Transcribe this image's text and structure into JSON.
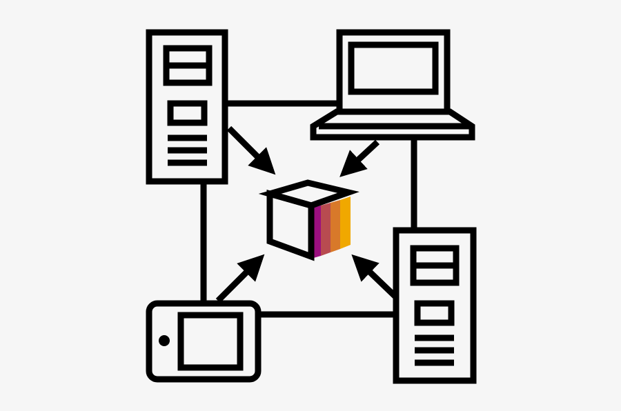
{
  "diagram": {
    "background": "#f6f6f6",
    "stroke_color": "#000000",
    "nodes": [
      {
        "id": "server-left",
        "icon": "server-tower-icon"
      },
      {
        "id": "laptop",
        "icon": "laptop-icon"
      },
      {
        "id": "central-cube",
        "icon": "cube-icon"
      },
      {
        "id": "tablet",
        "icon": "tablet-icon"
      },
      {
        "id": "server-right",
        "icon": "server-tower-icon"
      }
    ],
    "cube_stripe_colors": [
      "#9b0f7f",
      "#b84b50",
      "#d8792a",
      "#f0a800"
    ]
  }
}
